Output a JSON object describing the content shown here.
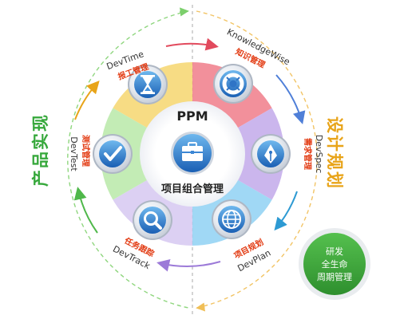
{
  "center": {
    "title": "PPM",
    "subtitle": "项目组合管理",
    "icon": "briefcase-icon"
  },
  "modules": [
    {
      "en": "DevTime",
      "cn": "报工管理",
      "icon": "hourglass-icon"
    },
    {
      "en": "KnowledgeWise",
      "cn": "知识管理",
      "icon": "lifebuoy-icon"
    },
    {
      "en": "DevSpec",
      "cn": "需求管理",
      "icon": "pen-nib-icon"
    },
    {
      "en": "DevPlan",
      "cn": "项目规划",
      "icon": "globe-icon"
    },
    {
      "en": "DevTrack",
      "cn": "任务跟踪",
      "icon": "magnifier-icon"
    },
    {
      "en": "DevTest",
      "cn": "测试管理",
      "icon": "checkmark-icon"
    }
  ],
  "side_labels": {
    "left": "产品实现",
    "right": "设计规划"
  },
  "badge": {
    "lines": [
      "研发",
      "全生命",
      "周期管理"
    ]
  },
  "colors": {
    "accent_orange": "#e8a419",
    "accent_green": "#36a83b",
    "badge_green": "#3aa53a",
    "label_red": "#e2380f",
    "sector_yellow": "#f6d66e",
    "sector_red": "#f07c8a",
    "sector_purple": "#c2a9ea",
    "sector_blue": "#8fd1f3",
    "sector_lilac": "#d6c8f1",
    "sector_green": "#b9e9a8"
  }
}
